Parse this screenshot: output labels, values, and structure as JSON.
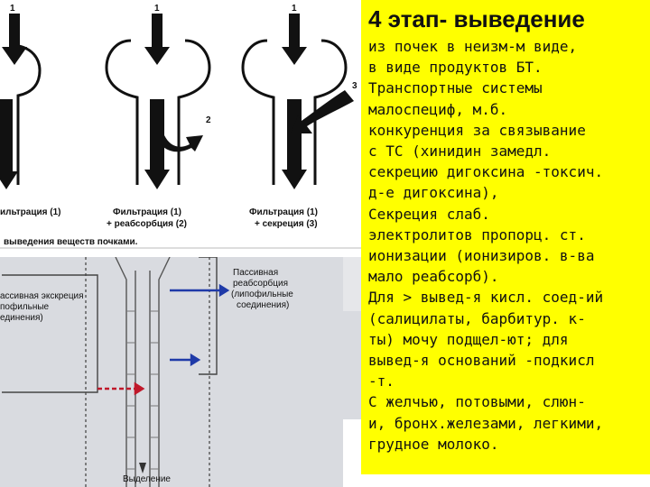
{
  "slide": {
    "title": "4 этап- выведение",
    "body_lines": [
      "из почек в неизм-м виде,",
      "в виде продуктов БТ.",
      "Транспортные системы",
      "малоспециф, м.б.",
      "конкуренция за связывание",
      "с ТС (хинидин замедл.",
      "секрецию дигоксина -токсич.",
      "д-е дигоксина),",
      "Секреция слаб.",
      "электролитов пропорц. ст.",
      "ионизации (ионизиров. в-ва",
      "мало реабсорб).",
      "Для > вывед-я кисл. соед-ий",
      "(салицилаты, барбитур. к-",
      "ты) мочу подщел-ют; для",
      "вывед-я оснований -подкисл",
      "-т.",
      "С желчью, потовыми, слюн-",
      "и, бронх.железами, легкими,",
      "грудное молоко."
    ]
  },
  "figure_top": {
    "numbers": {
      "n1a": "1",
      "n1b": "1",
      "n1c": "1",
      "n2": "2",
      "n3": "3"
    },
    "captions": {
      "c1": "ильтрация (1)",
      "c2a": "Фильтрация (1)",
      "c2b": "+ реабсорбция (2)",
      "c3a": "Фильтрация (1)",
      "c3b": "+ секреция (3)",
      "caption": "выведения веществ почками."
    }
  },
  "figure_bottom": {
    "left_a": "ассивная экскреция",
    "left_b": "пофильные",
    "left_c": "единения)",
    "right_a": "Пассивная",
    "right_b": "реабсорбция",
    "right_c": "(липофильные",
    "right_d": "соединения)",
    "bottom": "Выделение"
  },
  "colors": {
    "panel": "#ffff00",
    "blue_arrow": "#1f3aa8",
    "red_arrow": "#c0182a"
  }
}
